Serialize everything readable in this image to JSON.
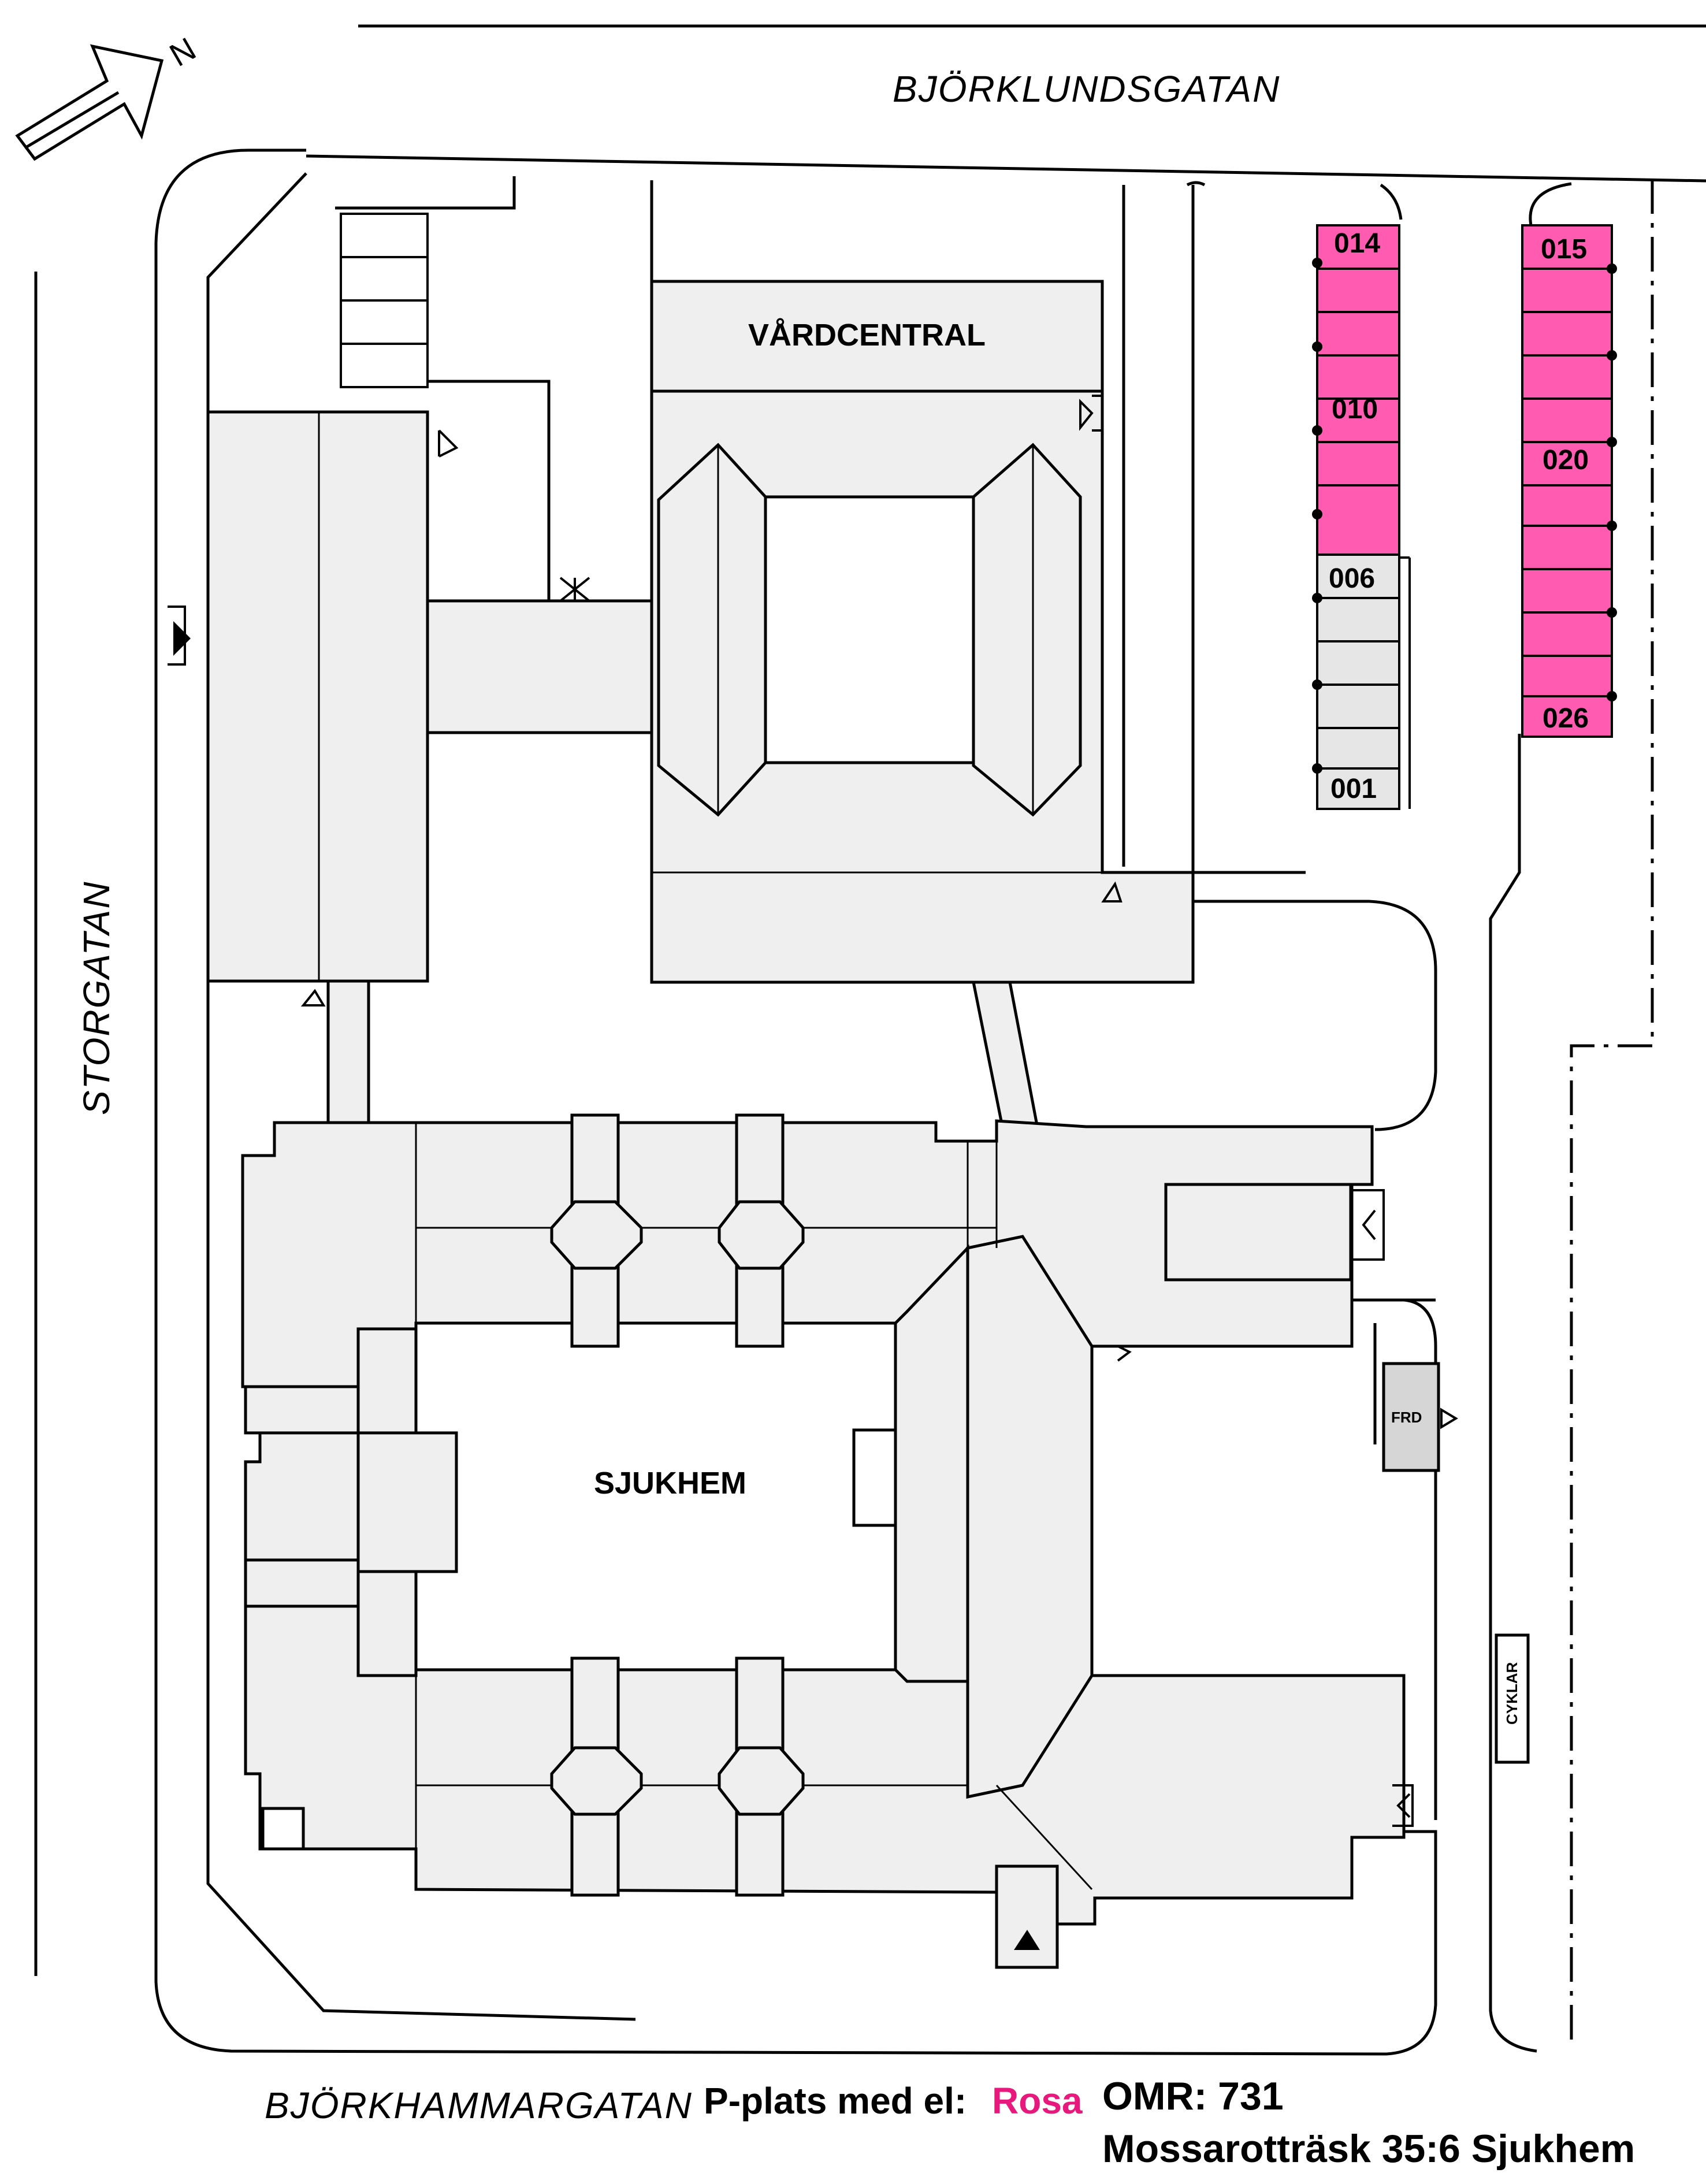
{
  "streets": {
    "north": "BJÖRKLUNDSGATAN",
    "west": "STORGATAN",
    "south": "BJÖRKHAMMARGATAN"
  },
  "compass": {
    "label": "N"
  },
  "buildings": {
    "vardcentral": "VÅRDCENTRAL",
    "sjukhem": "SJUKHEM",
    "frd": "FRD",
    "cyklar": "CYKLAR"
  },
  "parking": {
    "ev_color": "#ff5bb0",
    "regular_color": "#e6e6e6",
    "spots": [
      "014",
      "010",
      "006",
      "001",
      "015",
      "020",
      "026"
    ]
  },
  "legend": {
    "prefix": "P-plats med el:",
    "highlight": "Rosa",
    "highlight_color": "#e8197d",
    "area": "OMR: 731",
    "property": "Mossarotträsk 35:6 Sjukhem"
  }
}
